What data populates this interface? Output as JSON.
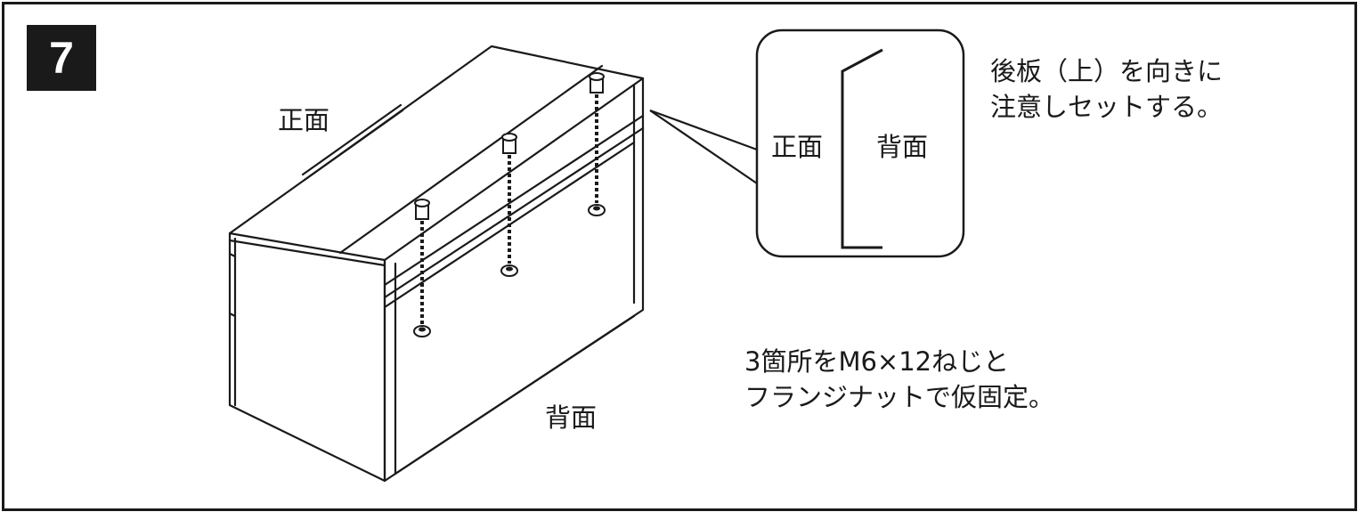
{
  "step": {
    "number": "7"
  },
  "labels": {
    "front": "正面",
    "back": "背面"
  },
  "detail": {
    "front": "正面",
    "back": "背面"
  },
  "instructions": {
    "orientation_line1": "後板（上）を向きに",
    "orientation_line2": "注意しセットする。",
    "fastening_line1": "3箇所をM6×12ねじと",
    "fastening_line2": "フランジナットで仮固定。"
  },
  "colors": {
    "ink": "#1a1a1a",
    "background": "#ffffff"
  }
}
